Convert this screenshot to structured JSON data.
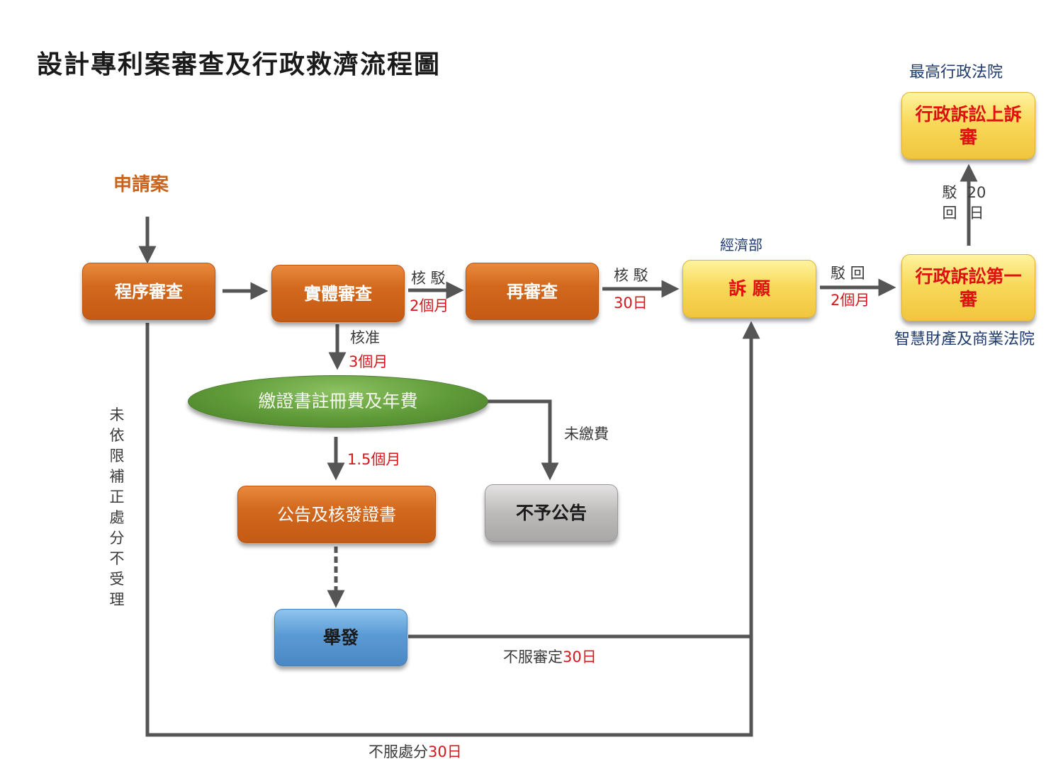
{
  "title": "設計專利案審查及行政救濟流程圖",
  "start": "申請案",
  "courts": {
    "supreme": "最高行政法院",
    "ministry": "經濟部",
    "ip_court": "智慧財產及商業法院"
  },
  "nodes": {
    "procedural_review": "程序審查",
    "substantive_review": "實體審查",
    "re_examination": "再審查",
    "appeal": "訴 願",
    "admin_first": "行政訴訟第一審",
    "admin_appeal": "行政訴訟上訴審",
    "pay_fees": "繳證書註冊費及年費",
    "publish_certificate": "公告及核發證書",
    "not_published": "不予公告",
    "invalidation": "舉發"
  },
  "edges": {
    "substantive_to_reexam": {
      "label": "核 駁",
      "period": "2個月"
    },
    "reexam_to_appeal": {
      "label": "核 駁",
      "period": "30日"
    },
    "appeal_to_first": {
      "label": "駁 回",
      "period": "2個月"
    },
    "first_to_supreme": {
      "label": "駁回",
      "period": "20日"
    },
    "approve": {
      "label": "核准",
      "period": "3個月"
    },
    "fees_to_publish": {
      "period": "1.5個月"
    },
    "unpaid": {
      "label": "未繳費"
    },
    "procedural_reject": {
      "label": "未依限補正處分不受理"
    },
    "invalidation_appeal": {
      "label": "不服審定",
      "period": "30日"
    },
    "disposition_appeal": {
      "label": "不服處分",
      "period": "30日"
    }
  },
  "colors": {
    "orange": "#d2691e",
    "yellow": "#f8d95a",
    "gray": "#bdbaba",
    "blue": "#5b9bd5",
    "green": "#5f9a38",
    "red_text": "#d8171c",
    "line": "#555555"
  }
}
